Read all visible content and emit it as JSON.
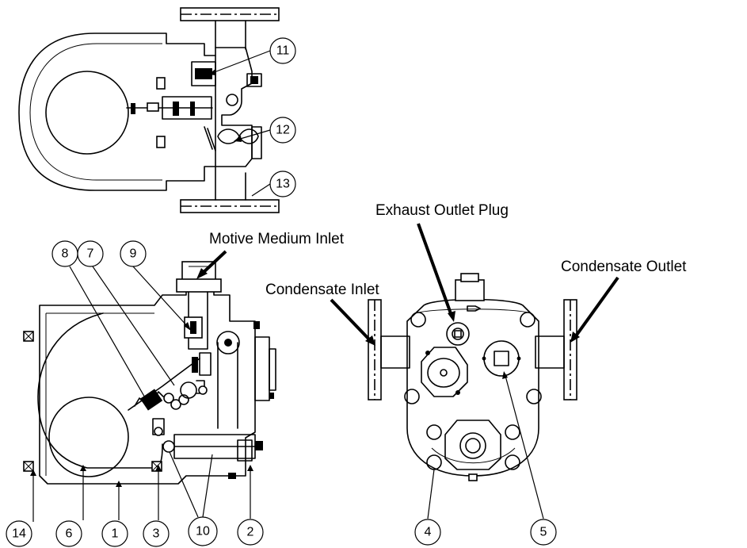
{
  "labels": {
    "motive_medium_inlet": "Motive Medium Inlet",
    "exhaust_outlet_plug": "Exhaust Outlet Plug",
    "condensate_inlet": "Condensate Inlet",
    "condensate_outlet": "Condensate Outlet"
  },
  "balloons": {
    "b1": "1",
    "b2": "2",
    "b3": "3",
    "b4": "4",
    "b5": "5",
    "b6": "6",
    "b7": "7",
    "b8": "8",
    "b9": "9",
    "b10": "10",
    "b11": "11",
    "b12": "12",
    "b13": "13",
    "b14": "14"
  }
}
